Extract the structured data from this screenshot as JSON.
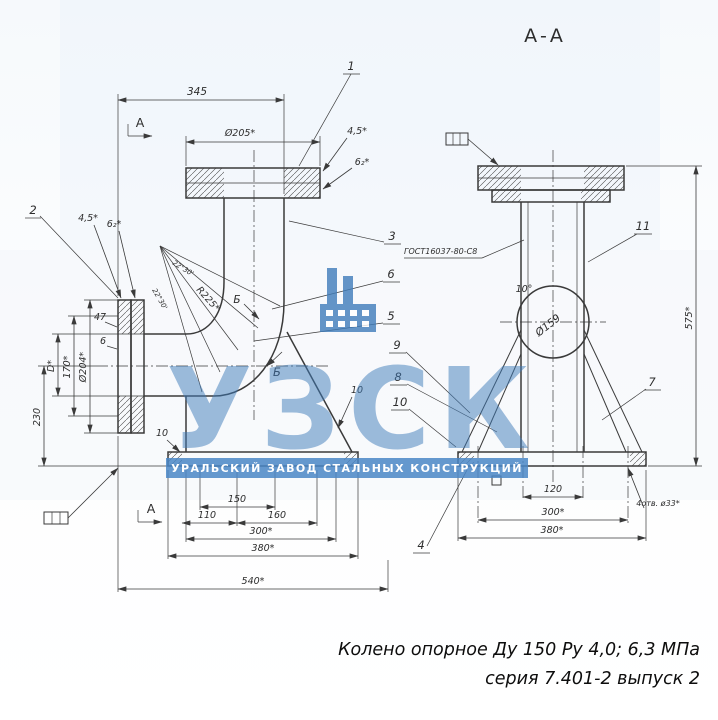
{
  "caption": {
    "line1": "Колено опорное Ду 150 Ру 4,0; 6,3 МПа",
    "line2": "серия 7.401-2 выпуск 2"
  },
  "watermark": {
    "abbr": "УЗСК",
    "banner": "УРАЛЬСКИЙ ЗАВОД СТАЛЬНЫХ КОНСТРУКЦИЙ",
    "color": "#3f7cba"
  },
  "section_title": "А-А",
  "front": {
    "view_arrow_top": "А",
    "view_arrow_bottom": "А",
    "dim_345": "345",
    "dim_flange": "Ø205*",
    "dim_45_r": "4,5*",
    "dim_62_r": "6₂*",
    "dim_45_l": "4,5*",
    "dim_62_l": "6₂*",
    "radius": "R225*",
    "angle_a": "22°30'",
    "angle_b": "22°30'",
    "dim_D": "D*",
    "dim_170": "170*",
    "dim_204": "Ø204*",
    "dim_47": "47",
    "dim_6": "6",
    "dim_230": "230",
    "thk_left": "10",
    "thk_right": "10",
    "dim_110": "110",
    "dim_150": "150",
    "dim_160": "160",
    "dim_300": "300*",
    "dim_380": "380*",
    "dim_540": "540*",
    "callout_1": "1",
    "callout_2": "2",
    "callout_3": "3",
    "callout_5": "5",
    "callout_6": "6",
    "view_b_a": "Б",
    "view_b_b": "Б"
  },
  "section": {
    "weld_spec": "ГОСТ16037-80-С8",
    "dim_575": "575*",
    "dim_hole": "Ø159",
    "dim_angle": "10°",
    "dim_120": "120",
    "dim_300": "300*",
    "dim_380": "380*",
    "dim_holes": "4отв. ø33*",
    "callout_4": "4",
    "callout_7": "7",
    "callout_8": "8",
    "callout_9": "9",
    "callout_10": "10",
    "callout_11": "11"
  }
}
